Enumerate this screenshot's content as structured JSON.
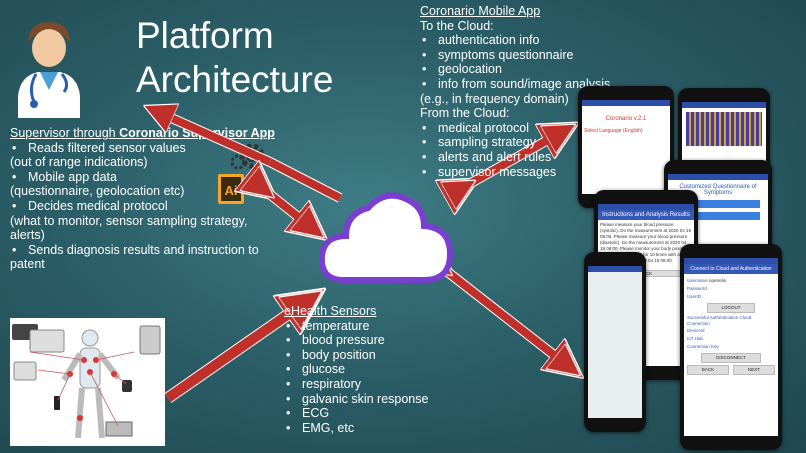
{
  "title": {
    "line1": "Platform",
    "line2": "Architecture"
  },
  "supervisor": {
    "heading_prefix": "Supervisor through ",
    "heading_app": "Coronario Supervisor App",
    "lines": [
      {
        "bullet": true,
        "text": "Reads filtered sensor values"
      },
      {
        "bullet": false,
        "text": "(out of range indications)"
      },
      {
        "bullet": true,
        "text": "Mobile app data"
      },
      {
        "bullet": false,
        "text": "(questionnaire, geolocation etc)"
      },
      {
        "bullet": true,
        "text": "Decides medical protocol"
      },
      {
        "bullet": false,
        "text": "(what to monitor, sensor sampling strategy,"
      },
      {
        "bullet": false,
        "text": "alerts)"
      },
      {
        "bullet": true,
        "text": "Sends diagnosis results and instruction to"
      },
      {
        "bullet": false,
        "text": "patent"
      }
    ]
  },
  "mobile": {
    "heading": "Coronario Mobile App",
    "to_cloud": "To the Cloud:",
    "to_items": [
      "authentication info",
      "symptoms questionnaire",
      "geolocation",
      "info from sound/image analysis"
    ],
    "to_note": "(e.g., in frequency domain)",
    "from_cloud": "From the Cloud:",
    "from_items": [
      "medical protocol",
      "sampling strategy",
      "alerts and alert rules",
      "supervisor messages"
    ]
  },
  "sensors": {
    "heading": "eHealth Sensors",
    "items": [
      "temperature",
      "blood pressure",
      "body position",
      "glucose",
      "respiratory",
      "galvanic skin response",
      "ECG",
      "EMG, etc"
    ]
  },
  "icons": {
    "doctor": "doctor-icon",
    "supervisor_app": "gear-ai-icon",
    "cloud": "cloud-icon"
  },
  "colors": {
    "arrow": "#c0302a",
    "cloud": "#7a3fd0",
    "bg": "#2c5f68"
  },
  "screens": {
    "app_title": "Coronario v.2.1",
    "questionnaire": "Customized Questionnaire of Symptoms",
    "instructions": "Instructions and Analysis Results",
    "instr_text": "Please measure your blood pressure (systolic). Do the measurement at 2020 04 19 08:00. Please measure your blood pressure (diastolic). Do the measurement at 2020 04 19 08:00. Please monitor your body position. Do the measurement for 10 times with an interval starting at 2020 04 19 08:00.",
    "back": "BACK",
    "connect": "Connect to Cloud and Authentication",
    "username": "Username",
    "username_val": "npetrelis",
    "password": "Password",
    "userid": "UserID",
    "logout": "LOGOUT",
    "auth": "Successful Authentication Cloud Connection",
    "deviceid": "DeviceId",
    "iothub": "IoT Hub",
    "connkey": "Connection Key",
    "disconnect": "DISCONNECT",
    "next": "NEXT",
    "language": "Select Language (English)"
  }
}
